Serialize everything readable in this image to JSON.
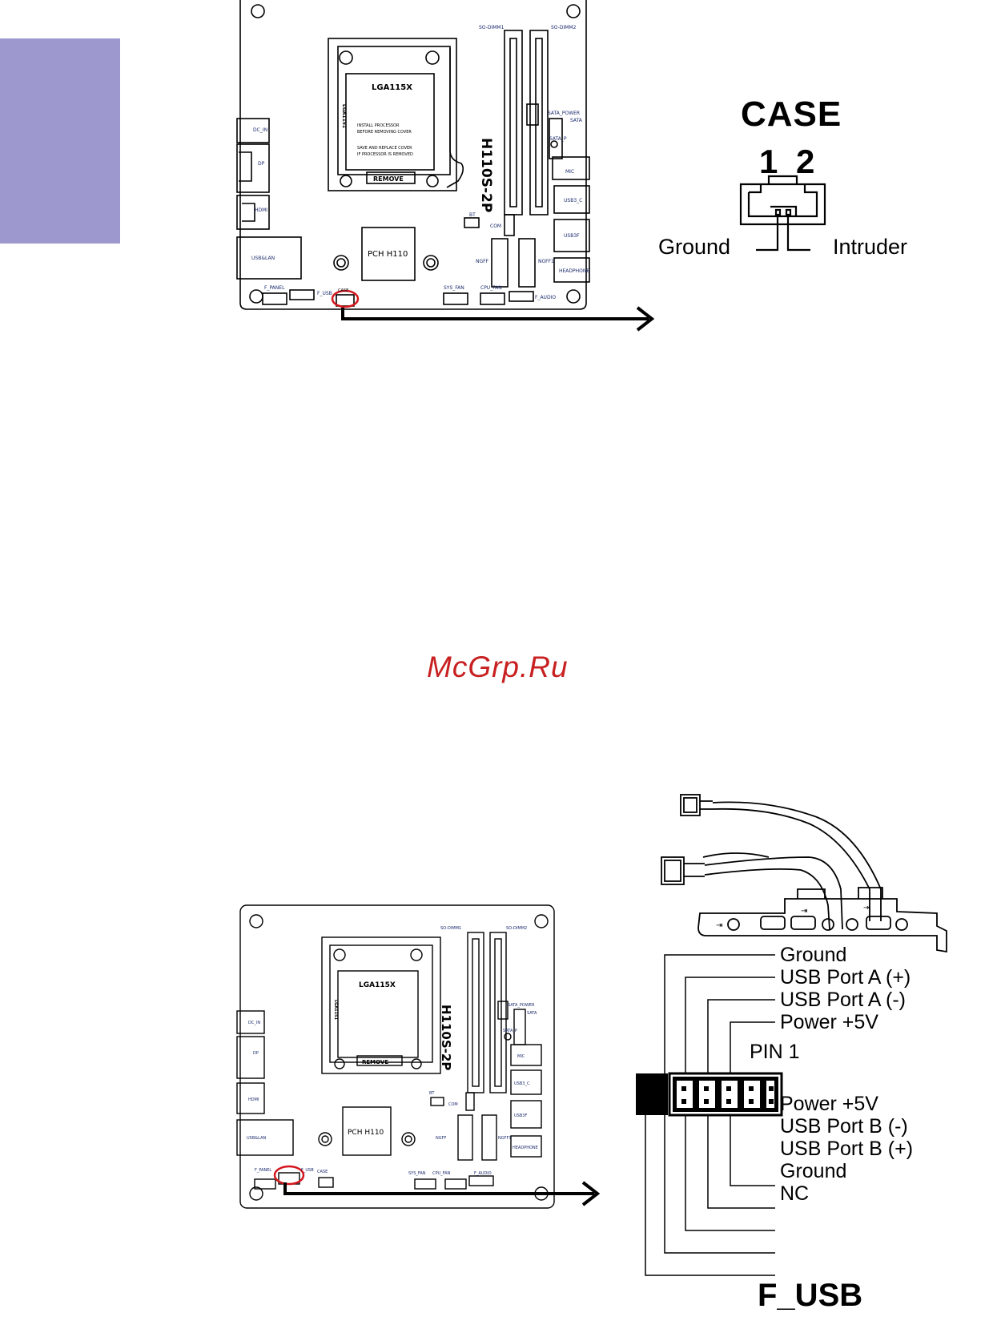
{
  "colors": {
    "side_tab": "#9d99ce",
    "highlight": "#d4161c",
    "watermark": "#c82020"
  },
  "board": {
    "socket_label": "LGA115X",
    "socket_note_1": "INSTALL PROCESSOR",
    "socket_note_2": "BEFORE REMOVING COVER",
    "socket_note_3": "SAVE AND REPLACE COVER",
    "socket_note_4": "IF PROCESSOR IS REMOVED",
    "socket_side": "LGA1151",
    "remove_label": "REMOVE",
    "model": "H110S-2P",
    "pch": "PCH H110",
    "dimm1": "SO-DIMM1",
    "dimm2": "SO-DIMM2",
    "sata_power": "SATA_POWER",
    "sata": "SATA",
    "sata_p": "SATA_P",
    "dc_in": "DC_IN",
    "dp": "DP",
    "hdmi": "HDMI",
    "usb_lan": "USB&LAN",
    "mic": "MIC",
    "usb_c": "USB3_C",
    "usb3f": "USB3F",
    "headphone": "HEADPHONE",
    "bt": "BT",
    "com": "COM",
    "ngff": "NGFF",
    "ngff1": "NGFF1",
    "f_panel": "F_PANEL",
    "f_usb": "F_USB",
    "case": "CASE",
    "sys_fan": "SYS_FAN",
    "cpu_fan": "CPU_FAN",
    "f_audio": "F_AUDIO"
  },
  "case_connector": {
    "title": "CASE",
    "pin1": "1",
    "pin2": "2",
    "left_label": "Ground",
    "right_label": "Intruder"
  },
  "watermark": "McGrp.Ru",
  "f_usb_connector": {
    "title": "F_USB",
    "pin1_label": "PIN 1",
    "top_labels": [
      "Ground",
      "USB Port A (+)",
      "USB Port A (-)",
      "Power +5V"
    ],
    "bottom_labels": [
      "Power +5V",
      "USB Port B (-)",
      "USB Port B (+)",
      "Ground",
      "NC"
    ]
  }
}
